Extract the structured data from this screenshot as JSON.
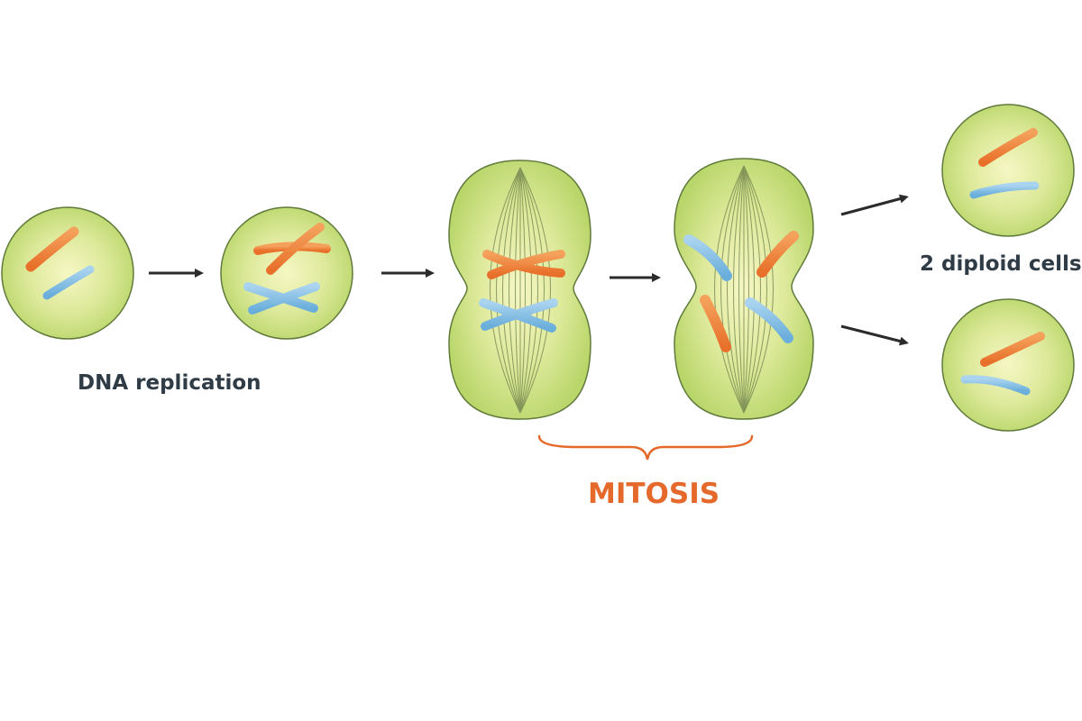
{
  "labels": {
    "dna_replication": "DNA replication",
    "diploid_cells": "2 diploid cells",
    "mitosis": "MITOSIS"
  },
  "colors": {
    "background": "#ffffff",
    "cell_fill_center": "#f6f7c4",
    "cell_fill_edge": "#b9d66a",
    "cell_outline": "#5f7a3a",
    "spindle": "#6f7f4d",
    "chromosome_orange": "#ee7b2f",
    "chromosome_orange_light": "#f4a15c",
    "chromosome_blue": "#72b4de",
    "chromosome_blue_light": "#a9d3ef",
    "arrow": "#2b2b2b",
    "text_dark": "#2f3b45",
    "text_accent": "#e4692b"
  }
}
